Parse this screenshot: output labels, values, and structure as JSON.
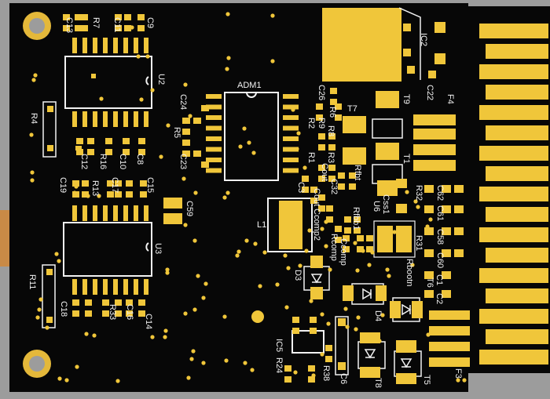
{
  "board": {
    "colors": {
      "background": "#9c9c9c",
      "solder_mask": "#070707",
      "copper": "#f0c63a",
      "silkscreen": "#f2f2f2"
    }
  },
  "designators": {
    "c13": "C13",
    "r7": "R7",
    "c11": "C11",
    "c9": "C9",
    "u2": "U2",
    "r4": "R4",
    "c12": "C12",
    "r16": "R16",
    "c10": "C10",
    "c8": "C8",
    "c19": "C19",
    "r13": "R13",
    "c17": "C17",
    "c15": "C15",
    "c59": "C59",
    "u3": "U3",
    "r11": "R11",
    "c18": "C18",
    "r33": "R33",
    "c16": "C16",
    "c14": "C14",
    "adm1": "ADM1",
    "c24": "C24",
    "r5": "R5",
    "c23": "C23",
    "c26": "C26",
    "r6": "R6",
    "r9": "R9",
    "r8": "R8",
    "r2": "R2",
    "r1": "R1",
    "r3": "R3",
    "c3": "C3",
    "cout": "Cout",
    "c32": "C32",
    "cout2": "Cout",
    "ccomp2": "Ccomp2",
    "l1": "L1",
    "rfbt": "Rfbt",
    "rfbb1": "Rfbb1",
    "css1": "Css1",
    "rcomp": "Rcomp",
    "ccomp": "Ccomp",
    "u6": "U6",
    "d3": "D3",
    "d4": "D4",
    "t7": "T7",
    "t9": "T9",
    "t1": "T1",
    "ic2": "IC2",
    "c22": "C22",
    "f4": "F4",
    "r32": "R32",
    "c62": "C62",
    "c61": "C61",
    "c58": "C58",
    "r31": "R31",
    "c60": "C60",
    "rbootn": "Rbootn",
    "t6": "T6",
    "c1": "C1",
    "c2": "C2",
    "ic5": "IC5",
    "r24": "R24",
    "r38": "R38",
    "c6": "C6",
    "t8": "T8",
    "t5": "T5",
    "f3": "F3"
  }
}
